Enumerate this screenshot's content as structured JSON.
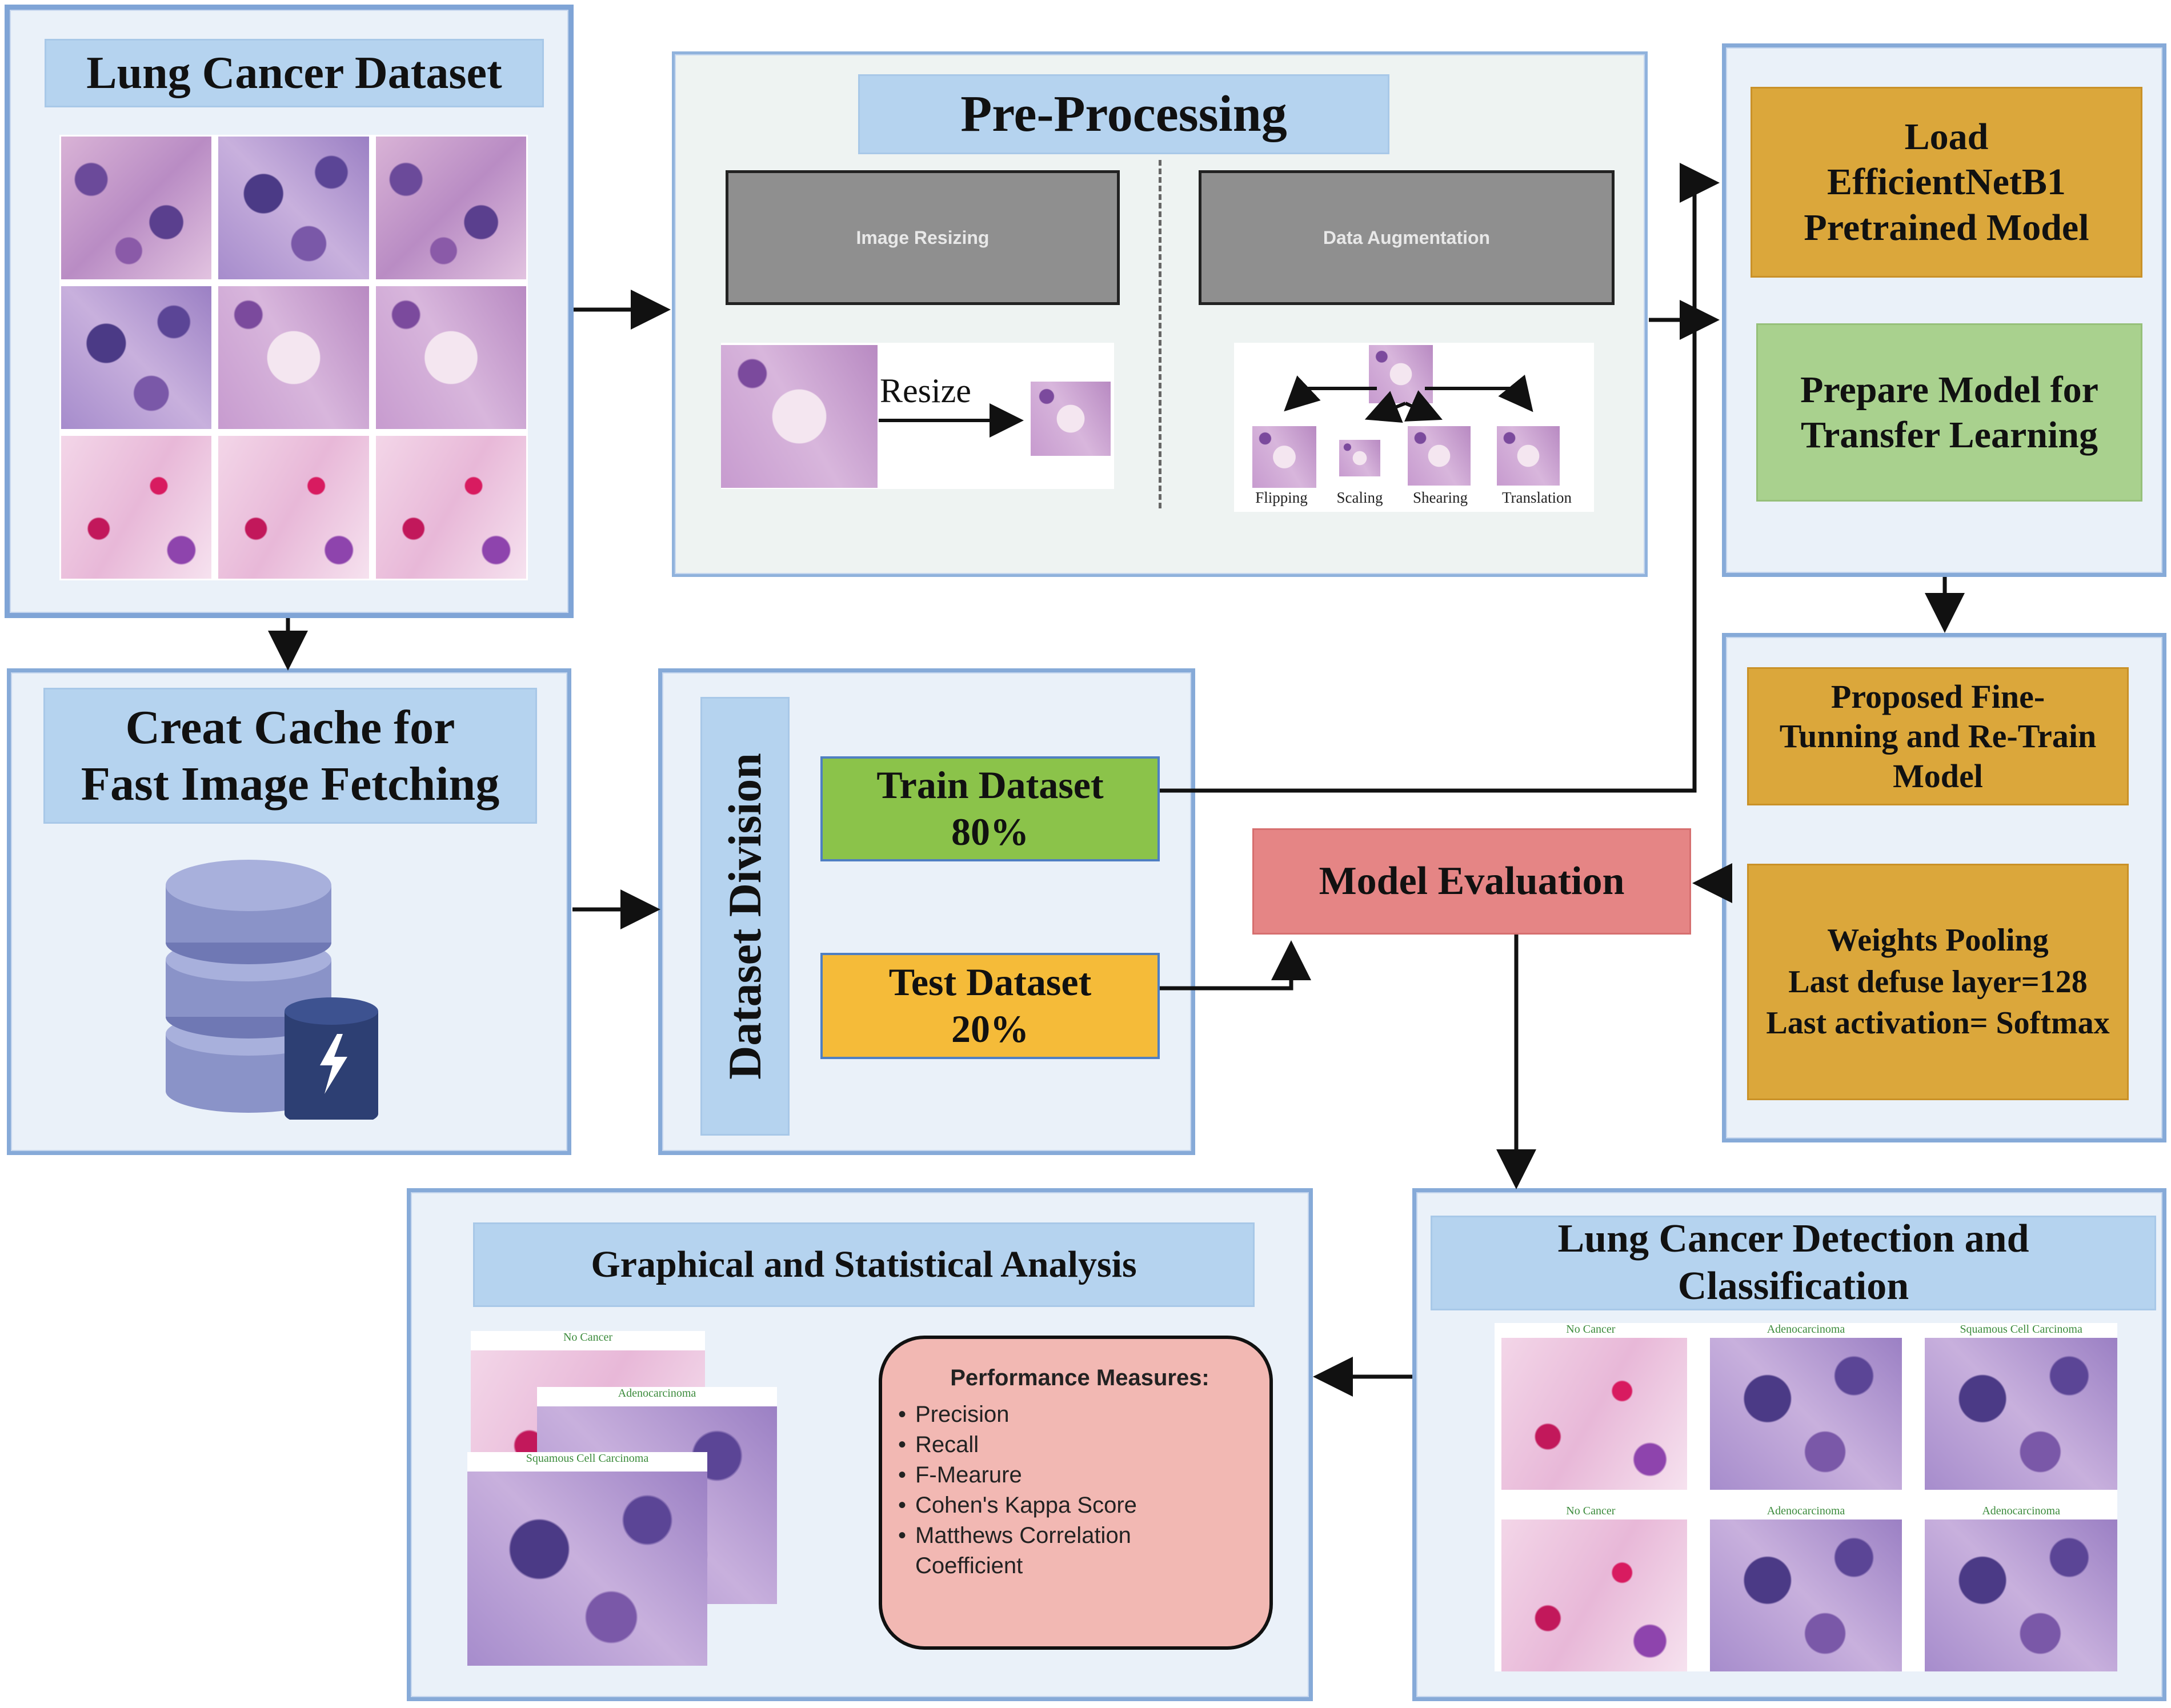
{
  "dataset": {
    "title": "Lung Cancer Dataset"
  },
  "preprocessing": {
    "title": "Pre-Processing",
    "resizing_label": "Image Resizing",
    "augmentation_label": "Data Augmentation",
    "resize_text": "Resize",
    "aug_items": [
      "Flipping",
      "Scaling",
      "Shearing",
      "Translation"
    ]
  },
  "model": {
    "load": "Load\nEfficientNetB1\nPretrained Model",
    "prepare": "Prepare Model for\nTransfer Learning"
  },
  "cache": {
    "title": "Creat Cache for\nFast Image Fetching"
  },
  "division": {
    "title": "Dataset Division",
    "train": "Train Dataset\n80%",
    "test": "Test Dataset\n20%"
  },
  "evaluation": {
    "title": "Model Evaluation"
  },
  "finetune": {
    "title": "Proposed Fine-\nTunning and Re-Train\nModel",
    "details": "Weights Pooling\nLast defuse layer=128\nLast activation= Softmax"
  },
  "detection": {
    "title": "Lung Cancer Detection and\nClassification",
    "tile_labels": [
      "No Cancer",
      "Adenocarcinoma",
      "Squamous Cell Carcinoma",
      "No Cancer",
      "Adenocarcinoma",
      "Adenocarcinoma"
    ]
  },
  "analysis": {
    "title": "Graphical and Statistical Analysis",
    "stack_labels": [
      "No Cancer",
      "Adenocarcinoma",
      "Squamous Cell Carcinoma"
    ],
    "measures_title": "Performance Measures:",
    "measures": [
      "Precision",
      "Recall",
      "F-Mearure",
      "Cohen's Kappa Score",
      "Matthews Correlation\nCoefficient"
    ]
  },
  "colors": {
    "panel_border": "#86aad8",
    "header_fill": "#b5d3ef",
    "orange": "#dba73b",
    "green": "#a9d18e",
    "train_green": "#8bc34a",
    "test_yellow": "#f5bb39",
    "eval_red": "#e58585"
  }
}
